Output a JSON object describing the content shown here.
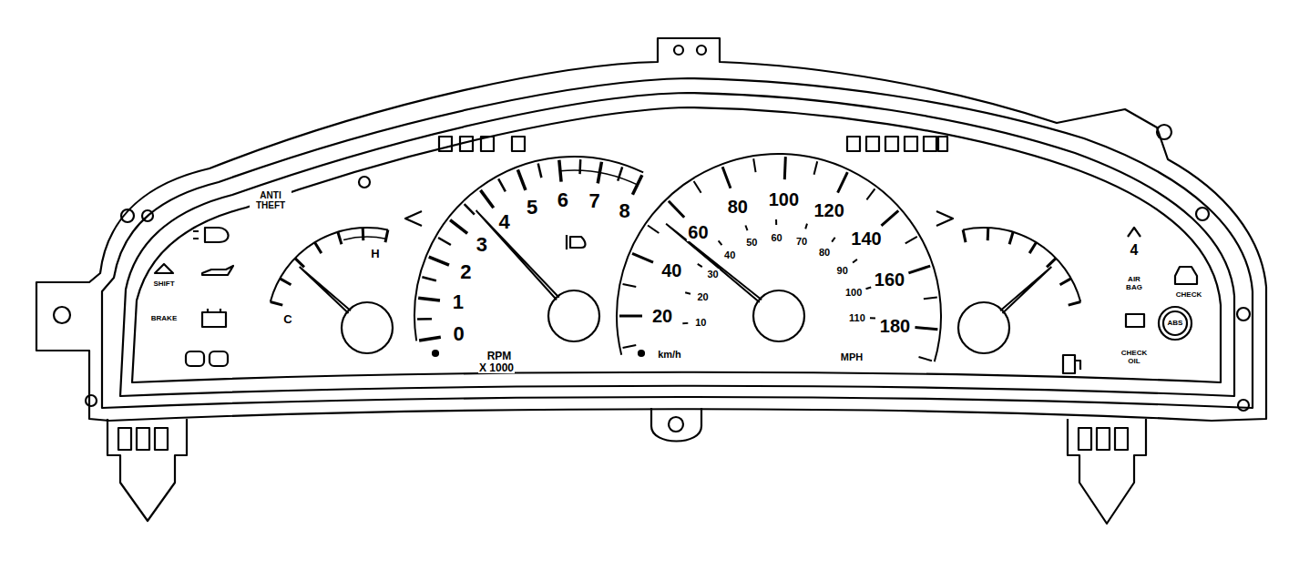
{
  "diagram": {
    "labels": [
      "ANTI THEFT",
      "H",
      "C",
      "0",
      "1",
      "2",
      "3",
      "4",
      "5",
      "6",
      "7",
      "8",
      "RPM",
      "X 1000",
      "20",
      "40",
      "60",
      "80",
      "100",
      "120",
      "140",
      "160",
      "180",
      "10",
      "20",
      "30",
      "40",
      "50",
      "60",
      "70",
      "80",
      "90",
      "100",
      "110",
      "km/h",
      "MPH",
      "AIR BAG",
      "CHECK",
      "CHECK OIL",
      "SHIFT",
      "BRAKE",
      "4",
      "ABS"
    ]
  }
}
